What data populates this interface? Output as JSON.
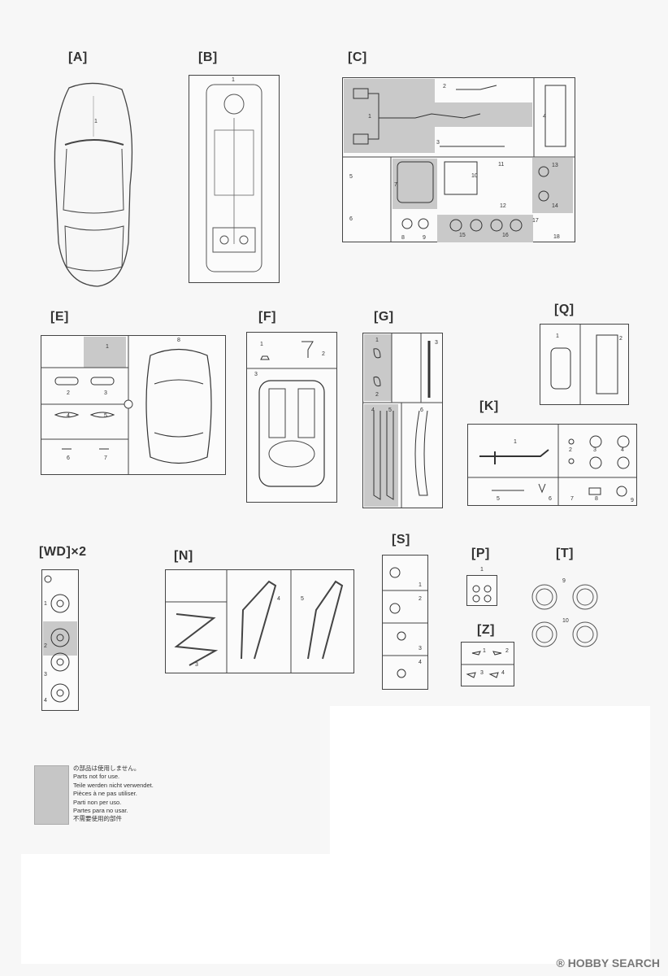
{
  "groups": {
    "A": "[A]",
    "B": "[B]",
    "C": "[C]",
    "E": "[E]",
    "F": "[F]",
    "G": "[G]",
    "Q": "[Q]",
    "K": "[K]",
    "WD": "[WD]×2",
    "N": "[N]",
    "S": "[S]",
    "P": "[P]",
    "T": "[T]",
    "Z": "[Z]"
  },
  "parts": {
    "A": [
      "1"
    ],
    "B": [
      "1"
    ],
    "C": [
      "1",
      "2",
      "3",
      "4",
      "5",
      "6",
      "7",
      "8",
      "9",
      "10",
      "11",
      "12",
      "13",
      "14",
      "15",
      "16",
      "17",
      "18"
    ],
    "E": [
      "1",
      "2",
      "3",
      "4",
      "5",
      "6",
      "7",
      "8"
    ],
    "F": [
      "1",
      "2",
      "3"
    ],
    "G": [
      "1",
      "2",
      "3",
      "4",
      "5",
      "6"
    ],
    "Q": [
      "1",
      "2"
    ],
    "K": [
      "1",
      "2",
      "3",
      "4",
      "5",
      "6",
      "7",
      "8",
      "9"
    ],
    "WD": [
      "1",
      "2",
      "3",
      "4"
    ],
    "N": [
      "3",
      "4",
      "5"
    ],
    "S": [
      "1",
      "2",
      "3",
      "4"
    ],
    "P": [
      "1"
    ],
    "T": [
      "9",
      "10"
    ],
    "Z": [
      "1",
      "2",
      "3",
      "4"
    ]
  },
  "legend": {
    "lines": [
      "の部品は使用しません。",
      "Parts not for use.",
      "Teile werden nicht verwendet.",
      "Pièces à ne pas utiliser.",
      "Parti non per uso.",
      "Partes para no usar.",
      "不需要使用的部件"
    ]
  },
  "watermark": {
    "brand": "HOBBY SEARCH",
    "symbol": "®"
  },
  "colors": {
    "line": "#444444",
    "shade": "#c9c9c9",
    "paper": "#f7f7f7"
  }
}
